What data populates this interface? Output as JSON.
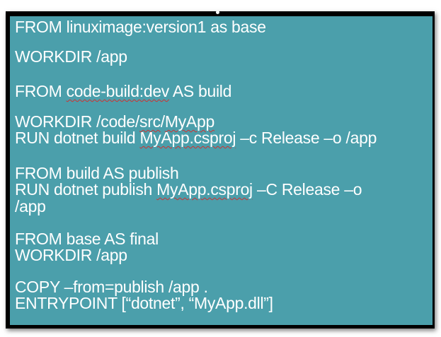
{
  "slide": {
    "background": "#4b9fab",
    "lines": [
      [
        {
          "t": "FROM linuximage:version1 as base"
        }
      ],
      [
        {
          "t": "WORKDIR /app"
        }
      ],
      [
        {
          "t": "FROM "
        },
        {
          "t": "code-build:dev",
          "spell": true
        },
        {
          "t": " AS build"
        }
      ],
      [
        {
          "t": "WORKDIR /code/"
        },
        {
          "t": "src",
          "spell": true
        },
        {
          "t": "/"
        },
        {
          "t": "MyApp",
          "spell": true
        }
      ],
      [
        {
          "t": "RUN dotnet build "
        },
        {
          "t": "MyApp.csproj",
          "spell": true
        },
        {
          "t": " –c Release –o /app"
        }
      ],
      [
        {
          "t": "FROM build AS publish"
        }
      ],
      [
        {
          "t": "RUN dotnet publish "
        },
        {
          "t": "MyApp.csproj",
          "spell": true
        },
        {
          "t": " –C Release –o"
        }
      ],
      [
        {
          "t": "/app"
        }
      ],
      [
        {
          "t": "FROM base AS final"
        }
      ],
      [
        {
          "t": "WORKDIR /app"
        }
      ],
      [
        {
          "t": "COPY –from=publish /app ."
        }
      ],
      [
        {
          "t": "ENTRYPOINT [“dotnet”, “MyApp.dll”]"
        }
      ]
    ]
  }
}
